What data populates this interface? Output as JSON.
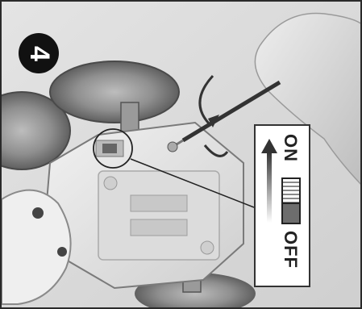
{
  "step": {
    "number": "4"
  },
  "switch_callout": {
    "on_label": "ON",
    "off_label": "OFF"
  },
  "icons": [
    "rotate-arrow-icon",
    "up-arrow-icon"
  ],
  "colors": {
    "badge": "#111111",
    "callout_bg": "#ffffff",
    "line": "#333333"
  }
}
